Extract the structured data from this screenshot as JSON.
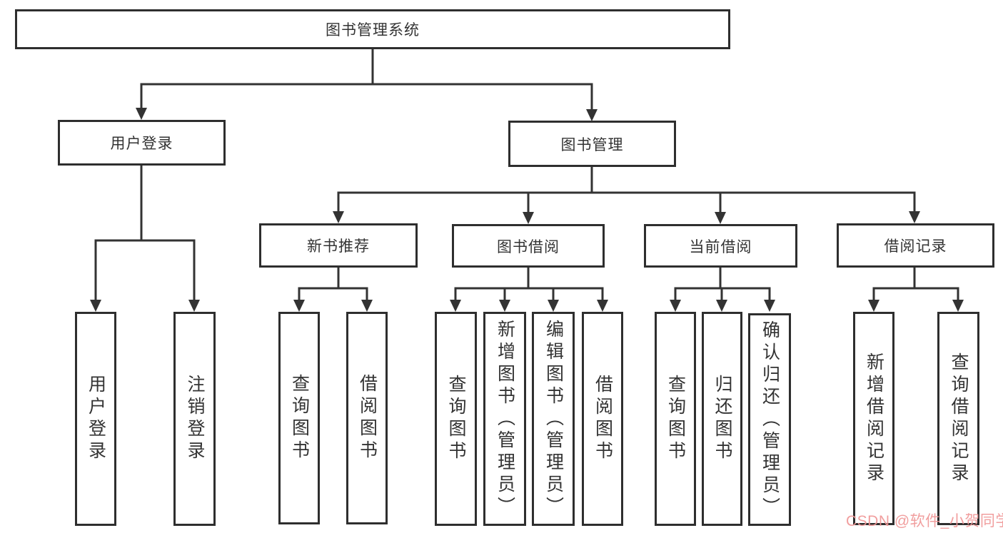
{
  "tree": {
    "root": {
      "label": "图书管理系统"
    },
    "children": [
      {
        "label": "用户登录",
        "children": [
          {
            "label": "用户登录"
          },
          {
            "label": "注销登录"
          }
        ]
      },
      {
        "label": "图书管理",
        "children": [
          {
            "label": "新书推荐",
            "children": [
              {
                "label": "查询图书"
              },
              {
                "label": "借阅图书"
              }
            ]
          },
          {
            "label": "图书借阅",
            "children": [
              {
                "label": "查询图书"
              },
              {
                "label": "新增图书（管理员）"
              },
              {
                "label": "编辑图书（管理员）"
              },
              {
                "label": "借阅图书"
              }
            ]
          },
          {
            "label": "当前借阅",
            "children": [
              {
                "label": "查询图书"
              },
              {
                "label": "归还图书"
              },
              {
                "label": "确认归还（管理员）"
              }
            ]
          },
          {
            "label": "借阅记录",
            "children": [
              {
                "label": "新增借阅记录"
              },
              {
                "label": "查询借阅记录"
              }
            ]
          }
        ]
      }
    ]
  },
  "watermark": {
    "text": "CSDN @软件_小贺同学",
    "color": "#f09696"
  },
  "colors": {
    "line": "#333333",
    "box_border": "#2e2e2e",
    "text": "#333333",
    "background": "#ffffff"
  }
}
